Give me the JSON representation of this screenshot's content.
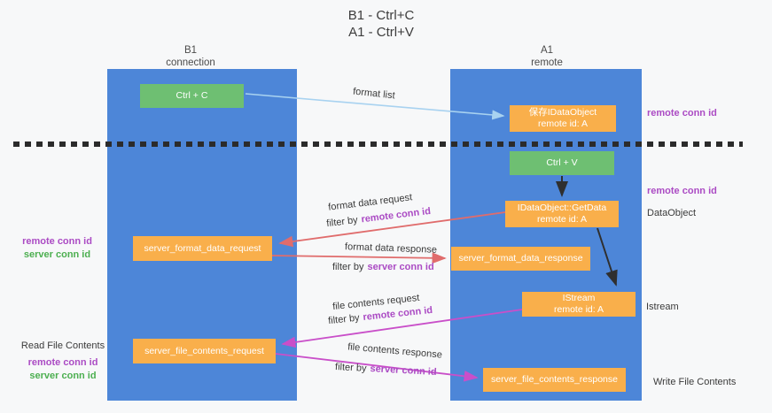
{
  "title": {
    "line1": "B1 - Ctrl+C",
    "line2": "A1 - Ctrl+V"
  },
  "lanes": {
    "left": {
      "title": "B1",
      "subtitle": "connection"
    },
    "right": {
      "title": "A1",
      "subtitle": "remote"
    }
  },
  "boxes": {
    "ctrl_c": "Ctrl + C",
    "ctrl_v": "Ctrl + V",
    "save_dataobject": {
      "line1": "保存IDataObject",
      "line2": "remote id: A"
    },
    "getdata": {
      "line1": "IDataObject::GetData",
      "line2": "remote id: A"
    },
    "istream": {
      "line1": "IStream",
      "line2": "remote id: A"
    },
    "server_format_data_request": "server_format_data_request",
    "server_format_data_response": "server_format_data_response",
    "server_file_contents_request": "server_file_contents_request",
    "server_file_contents_response": "server_file_contents_response"
  },
  "labels": {
    "format_list": "format list",
    "format_data_request": "format data request",
    "format_data_response": "format data response",
    "file_contents_request": "file contents request",
    "file_contents_response": "file contents response",
    "filter_by": "filter by",
    "remote_conn_id": "remote conn id",
    "server_conn_id": "server conn id",
    "read_file_contents": "Read File Contents",
    "write_file_contents": "Write File Contents",
    "dataobject": "DataObject",
    "istream": "Istream"
  },
  "colors": {
    "lane_blue": "#4d86d8",
    "box_orange": "#f9af4b",
    "box_green": "#6ebf72",
    "arrow_light_blue": "#a8d2f0",
    "arrow_red": "#e06c6c",
    "arrow_magenta": "#c94fc9",
    "arrow_black": "#2f2f2f",
    "conn_id_purple": "#ab4bc4",
    "conn_id_green": "#4caf50"
  }
}
